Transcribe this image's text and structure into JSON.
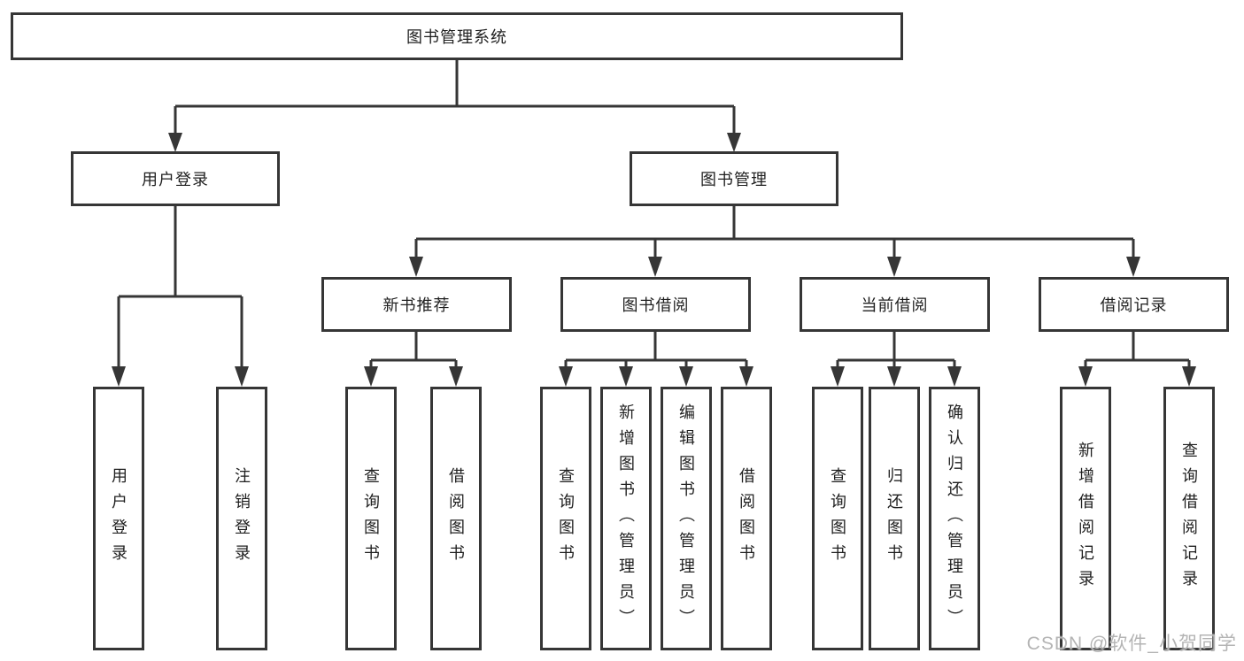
{
  "diagram": {
    "title": "图书管理系统",
    "root": {
      "label": "图书管理系统"
    },
    "level2": [
      {
        "label": "用户登录"
      },
      {
        "label": "图书管理"
      }
    ],
    "level3": [
      {
        "label": "新书推荐"
      },
      {
        "label": "图书借阅"
      },
      {
        "label": "当前借阅"
      },
      {
        "label": "借阅记录"
      }
    ],
    "leaves": {
      "user_login": [
        {
          "label": "用户登录"
        },
        {
          "label": "注销登录"
        }
      ],
      "new_book": [
        {
          "label": "查询图书"
        },
        {
          "label": "借阅图书"
        }
      ],
      "book_borrow": [
        {
          "label": "查询图书"
        },
        {
          "label": "新增图书（管理员）"
        },
        {
          "label": "编辑图书（管理员）"
        },
        {
          "label": "借阅图书"
        }
      ],
      "current_borrow": [
        {
          "label": "查询图书"
        },
        {
          "label": "归还图书"
        },
        {
          "label": "确认归还（管理员）"
        }
      ],
      "borrow_record": [
        {
          "label": "新增借阅记录"
        },
        {
          "label": "查询借阅记录"
        }
      ]
    }
  },
  "watermark": {
    "text": "CSDN @软件_小贺同学"
  },
  "colors": {
    "line": "#363636",
    "box_border": "#363636",
    "text": "#1f1f1f",
    "watermark": "#b4b4b4",
    "background": "#ffffff"
  }
}
